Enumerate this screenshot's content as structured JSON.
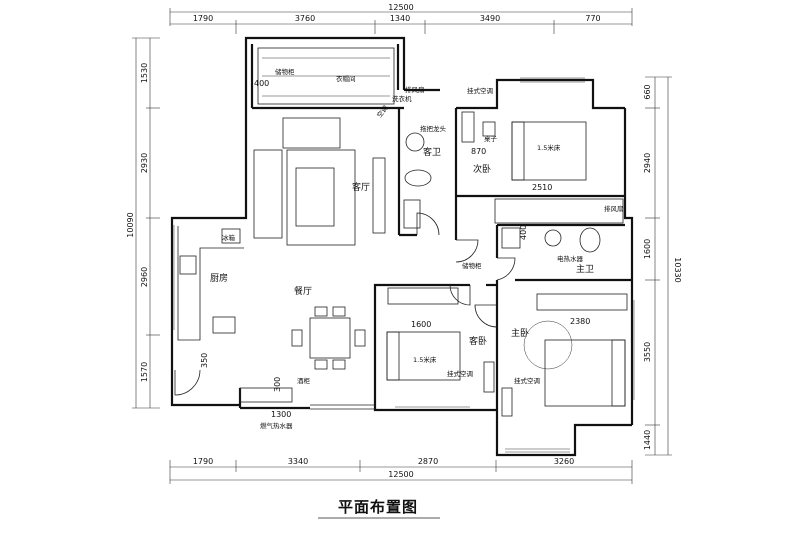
{
  "title": "平面布置图",
  "dims_top": {
    "total": "12500",
    "segments": [
      "1790",
      "3760",
      "1340",
      "3490",
      "770"
    ]
  },
  "dims_bottom": {
    "total": "12500",
    "segments": [
      "1790",
      "3340",
      "2870",
      "3260"
    ]
  },
  "dims_left": {
    "total": "10090",
    "segments": [
      "1530",
      "2930",
      "2960",
      "1570"
    ]
  },
  "dims_right": {
    "total": "10330",
    "segments": [
      "660",
      "2940",
      "1600",
      "3550",
      "1440"
    ]
  },
  "rooms": {
    "living": "客厅",
    "guest_bath": "客卫",
    "second_bed": "次卧",
    "master_bath": "主卫",
    "kitchen": "厨房",
    "dining": "餐厅",
    "guest_bed": "客卧",
    "master_bed": "主卧"
  },
  "labels": {
    "storage_cab_top": "储物柜",
    "coat_room": "衣帽间",
    "exhaust_fan_1": "排风扇",
    "washer": "洗衣机",
    "wall_ac_1": "挂式空调",
    "mop_tap": "拖把龙头",
    "ac_unit": "空调",
    "desk": "桌子",
    "bed_15_a": "1.5米床",
    "exhaust_fan_2": "排风扇",
    "water_heater_e": "电热水器",
    "storage_cab_mid": "储物柜",
    "fridge": "冰箱",
    "bed_15_b": "1.5米床",
    "wall_ac_2": "挂式空调",
    "wall_ac_3": "挂式空调",
    "wine_cab": "酒柜",
    "gas_heater": "燃气热水器"
  },
  "inner_dims": {
    "d400_top": "400",
    "d870": "870",
    "d2510": "2510",
    "d400_bath": "400",
    "d1600": "1600",
    "d2380": "2380",
    "d350": "350",
    "d300": "300",
    "d1300": "1300"
  }
}
